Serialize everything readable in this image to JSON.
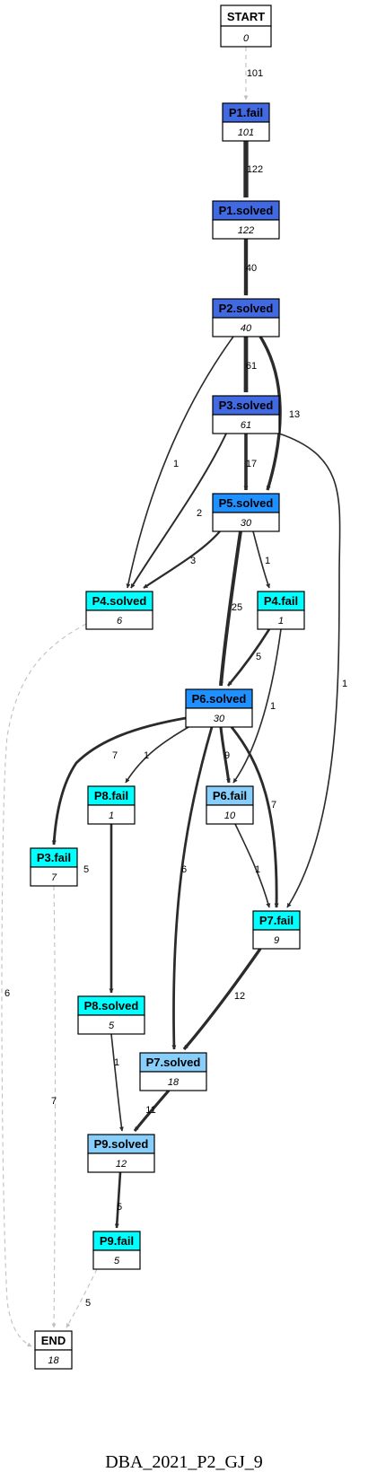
{
  "caption": "DBA_2021_P2_GJ_9",
  "colors": {
    "royal": "#4169e1",
    "dodger": "#1e90ff",
    "light": "#87cefa",
    "cyan": "#00ffff",
    "white": "#ffffff",
    "edge": "#2b2b2b",
    "dashed": "#c0c0c0"
  },
  "nodes": [
    {
      "id": "start",
      "title": "START",
      "count": "0",
      "color": "white"
    },
    {
      "id": "p1fail",
      "title": "P1.fail",
      "count": "101",
      "color": "royal"
    },
    {
      "id": "p1solved",
      "title": "P1.solved",
      "count": "122",
      "color": "royal"
    },
    {
      "id": "p2solved",
      "title": "P2.solved",
      "count": "40",
      "color": "royal"
    },
    {
      "id": "p3solved",
      "title": "P3.solved",
      "count": "61",
      "color": "royal"
    },
    {
      "id": "p5solved",
      "title": "P5.solved",
      "count": "30",
      "color": "dodger"
    },
    {
      "id": "p4solved",
      "title": "P4.solved",
      "count": "6",
      "color": "cyan"
    },
    {
      "id": "p4fail",
      "title": "P4.fail",
      "count": "1",
      "color": "cyan"
    },
    {
      "id": "p6solved",
      "title": "P6.solved",
      "count": "30",
      "color": "dodger"
    },
    {
      "id": "p8fail",
      "title": "P8.fail",
      "count": "1",
      "color": "cyan"
    },
    {
      "id": "p6fail",
      "title": "P6.fail",
      "count": "10",
      "color": "light"
    },
    {
      "id": "p3fail",
      "title": "P3.fail",
      "count": "7",
      "color": "cyan"
    },
    {
      "id": "p7fail",
      "title": "P7.fail",
      "count": "9",
      "color": "cyan"
    },
    {
      "id": "p8solved",
      "title": "P8.solved",
      "count": "5",
      "color": "cyan"
    },
    {
      "id": "p7solved",
      "title": "P7.solved",
      "count": "18",
      "color": "light"
    },
    {
      "id": "p9solved",
      "title": "P9.solved",
      "count": "12",
      "color": "light"
    },
    {
      "id": "p9fail",
      "title": "P9.fail",
      "count": "5",
      "color": "cyan"
    },
    {
      "id": "end",
      "title": "END",
      "count": "18",
      "color": "white"
    }
  ],
  "edges": [
    {
      "from": "start",
      "to": "p1fail",
      "label": "101",
      "weight": 101,
      "dashed": true
    },
    {
      "from": "p1fail",
      "to": "p1solved",
      "label": "122",
      "weight": 122
    },
    {
      "from": "p1solved",
      "to": "p2solved",
      "label": "40",
      "weight": 40
    },
    {
      "from": "p2solved",
      "to": "p3solved",
      "label": "61",
      "weight": 61
    },
    {
      "from": "p2solved",
      "to": "p5solved",
      "label": "13",
      "weight": 13
    },
    {
      "from": "p2solved",
      "to": "p4solved",
      "label": "1",
      "weight": 1
    },
    {
      "from": "p3solved",
      "to": "p5solved",
      "label": "17",
      "weight": 17
    },
    {
      "from": "p3solved",
      "to": "p4solved",
      "label": "2",
      "weight": 2
    },
    {
      "from": "p3solved",
      "to": "p7fail",
      "label": "1",
      "weight": 1
    },
    {
      "from": "p5solved",
      "to": "p4solved",
      "label": "3",
      "weight": 3
    },
    {
      "from": "p5solved",
      "to": "p4fail",
      "label": "1",
      "weight": 1
    },
    {
      "from": "p5solved",
      "to": "p6solved",
      "label": "25",
      "weight": 25
    },
    {
      "from": "p4fail",
      "to": "p6solved",
      "label": "5",
      "weight": 5
    },
    {
      "from": "p4fail",
      "to": "p6fail",
      "label": "1",
      "weight": 1
    },
    {
      "from": "p4solved",
      "to": "end",
      "label": "6",
      "weight": 6,
      "dashed": true
    },
    {
      "from": "p6solved",
      "to": "p3fail",
      "label": "7",
      "weight": 7
    },
    {
      "from": "p6solved",
      "to": "p8fail",
      "label": "1",
      "weight": 1
    },
    {
      "from": "p6solved",
      "to": "p6fail",
      "label": "9",
      "weight": 9
    },
    {
      "from": "p6solved",
      "to": "p7fail",
      "label": "7",
      "weight": 7
    },
    {
      "from": "p6solved",
      "to": "p7solved",
      "label": "6",
      "weight": 6
    },
    {
      "from": "p6fail",
      "to": "p7fail",
      "label": "1",
      "weight": 1
    },
    {
      "from": "p8fail",
      "to": "p8solved",
      "label": "5",
      "weight": 5
    },
    {
      "from": "p3fail",
      "to": "end",
      "label": "7",
      "weight": 7,
      "dashed": true
    },
    {
      "from": "p7fail",
      "to": "p7solved",
      "label": "12",
      "weight": 12
    },
    {
      "from": "p8solved",
      "to": "p9solved",
      "label": "1",
      "weight": 1
    },
    {
      "from": "p7solved",
      "to": "p9solved",
      "label": "11",
      "weight": 11
    },
    {
      "from": "p9solved",
      "to": "p9fail",
      "label": "5",
      "weight": 5
    },
    {
      "from": "p9fail",
      "to": "end",
      "label": "5",
      "weight": 5,
      "dashed": true
    }
  ]
}
